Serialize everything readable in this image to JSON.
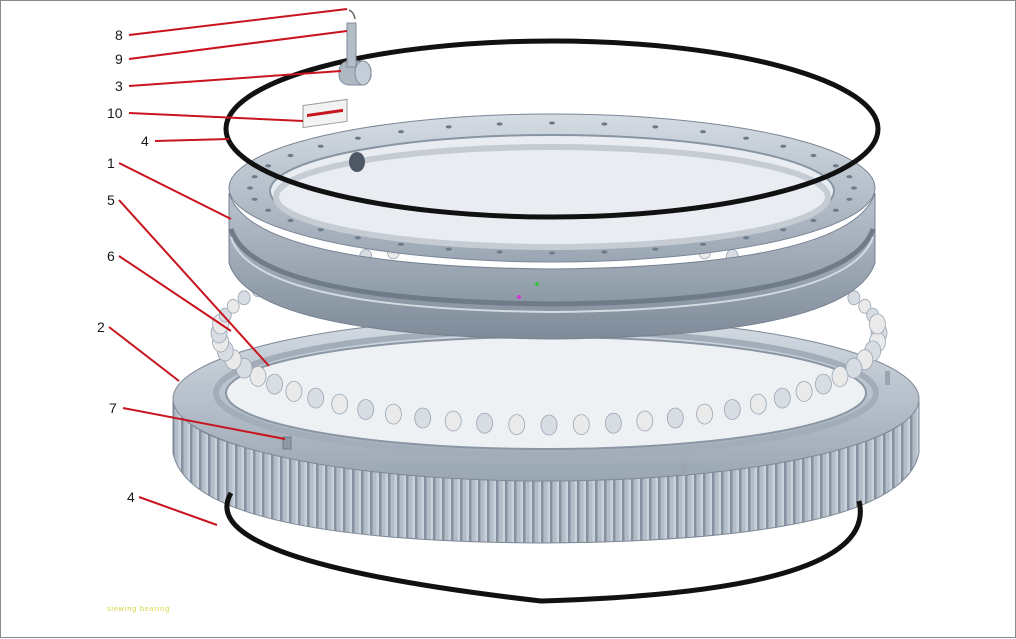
{
  "colors": {
    "metal_light": "#c7cfd8",
    "metal_mid": "#a9b3bf",
    "metal_dark": "#8a96a4",
    "seal": "#111111",
    "leader": "#c8141e",
    "ball": "#d7dde3",
    "spacer": "#eaeaea"
  },
  "callouts": [
    {
      "id": "8",
      "text": "8",
      "part": "part-8"
    },
    {
      "id": "9",
      "text": "9",
      "part": "grease-nipple"
    },
    {
      "id": "3",
      "text": "3",
      "part": "plug-pin"
    },
    {
      "id": "10",
      "text": "10",
      "part": "nameplate"
    },
    {
      "id": "4a",
      "text": "4",
      "part": "upper-seal"
    },
    {
      "id": "1",
      "text": "1",
      "part": "inner-ring"
    },
    {
      "id": "5",
      "text": "5",
      "part": "ball"
    },
    {
      "id": "6",
      "text": "6",
      "part": "spacer"
    },
    {
      "id": "2",
      "text": "2",
      "part": "outer-gear-ring"
    },
    {
      "id": "7",
      "text": "7",
      "part": "plug"
    },
    {
      "id": "4b",
      "text": "4",
      "part": "lower-seal"
    }
  ],
  "watermark": "slewing bearing"
}
